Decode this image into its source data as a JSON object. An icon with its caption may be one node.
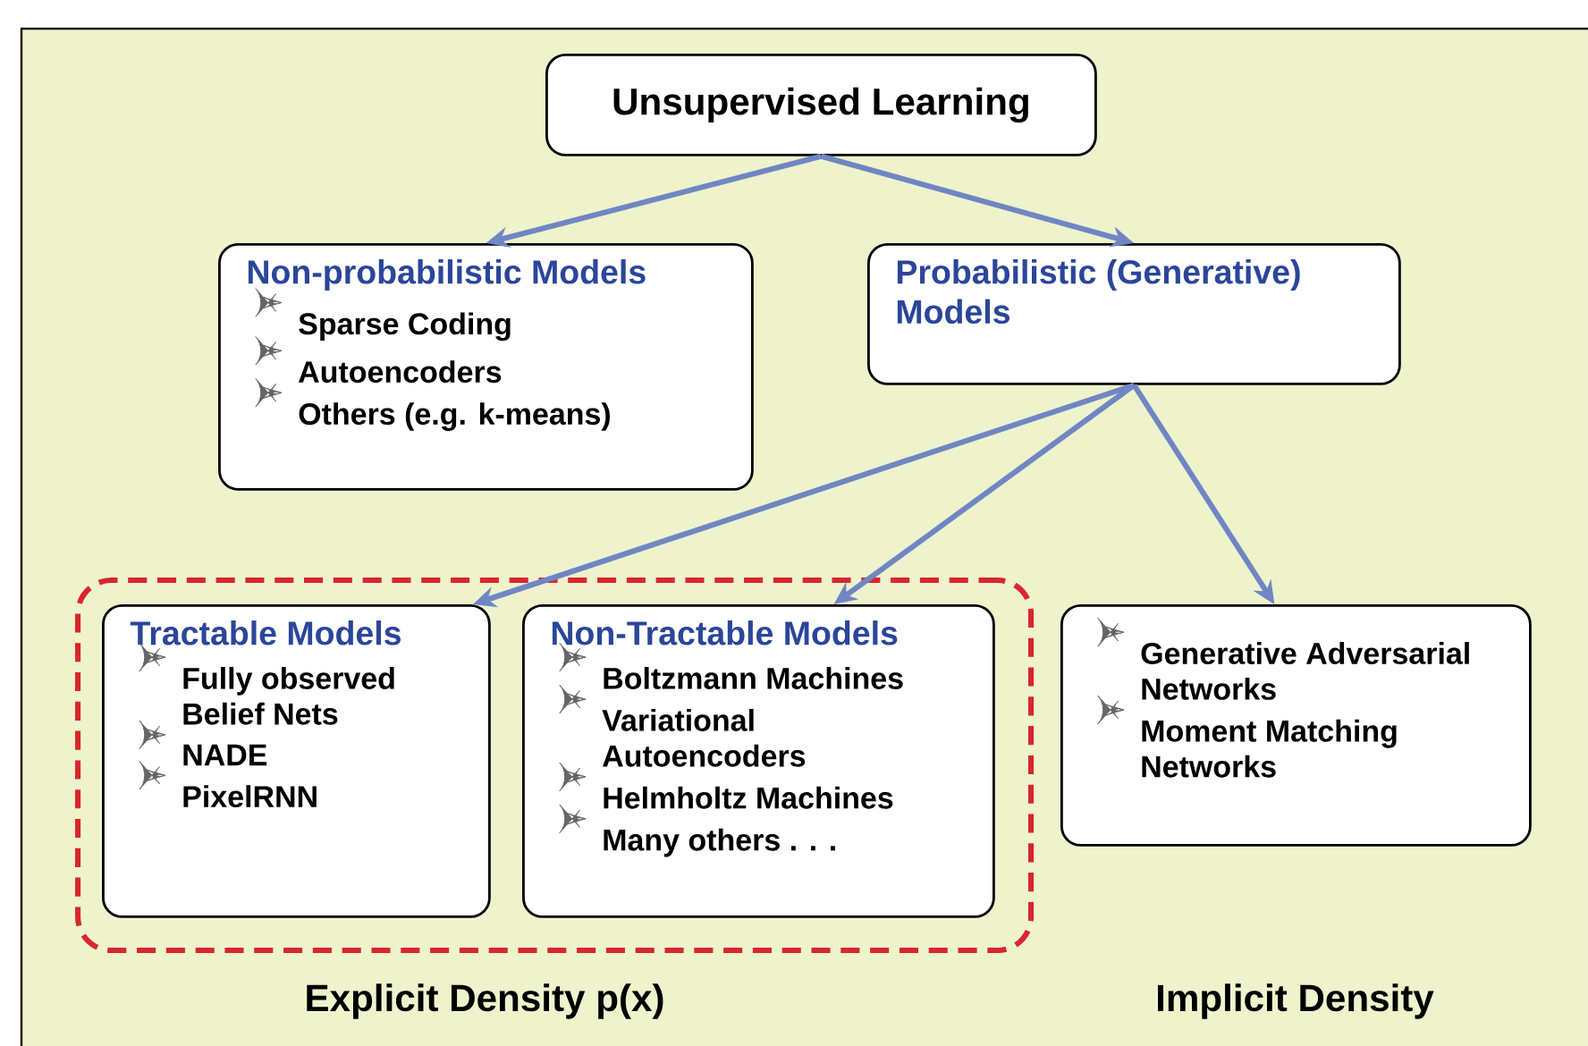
{
  "diagram": {
    "nodes": [
      {
        "text": [
          "Unsupervised Learning"
        ]
      },
      {
        "text": [
          "Non-probabilistic Models",
          "Sparse Coding",
          "Autoencoders",
          "Others (e.g. k-means)"
        ]
      },
      {
        "text": [
          "Probabilistic (Generative) Models"
        ]
      },
      {
        "text": [],
        "shape": "box",
        "beside": [
          "Explicit Density p(x)"
        ]
      },
      {
        "text": [
          "Tractable Models",
          "Fully observed Belief Nets",
          "NADE",
          "PixelRNN"
        ],
        "in": 3
      },
      {
        "text": [
          "Non-Tractable Models",
          "Boltzmann Machines",
          "Variational Autoencoders",
          "Helmholtz Machines",
          "Many others . . ."
        ],
        "in": 3
      },
      {
        "text": [
          "Generative Adversarial Networks",
          "Moment Matching Networks"
        ],
        "beside": [
          "Implicit Density"
        ]
      }
    ],
    "edges": [
      {
        "from": 0,
        "to": 1,
        "arrow": "to"
      },
      {
        "from": 0,
        "to": 2,
        "arrow": "to"
      },
      {
        "from": 2,
        "to": 4,
        "arrow": "to"
      },
      {
        "from": 2,
        "to": 5,
        "arrow": "to"
      },
      {
        "from": 2,
        "to": 6,
        "arrow": "to"
      }
    ]
  }
}
